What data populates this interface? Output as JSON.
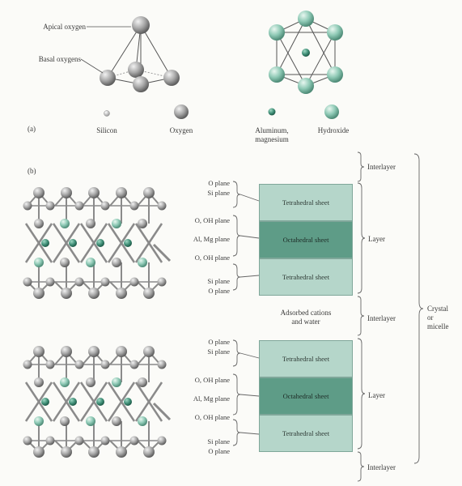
{
  "part_a": {
    "label": "(a)",
    "apical_oxygen": "Apical oxygen",
    "basal_oxygens": "Basal oxygens",
    "legend": {
      "silicon": "Silicon",
      "oxygen": "Oxygen",
      "aluminum_line1": "Aluminum,",
      "aluminum_line2": "magnesium",
      "hydroxide": "Hydroxide"
    }
  },
  "part_b": {
    "label": "(b)",
    "layer1": {
      "o_plane": "O plane",
      "si_plane_top": "Si plane",
      "o_oh_plane_1": "O, OH plane",
      "al_mg_plane": "Al, Mg plane",
      "o_oh_plane_2": "O, OH plane",
      "si_plane_bottom": "Si plane",
      "o_plane_bottom": "O plane"
    },
    "layer2": {
      "o_plane": "O plane",
      "si_plane_top": "Si plane",
      "o_oh_plane_1": "O, OH plane",
      "al_mg_plane": "Al, Mg plane",
      "o_oh_plane_2": "O, OH plane",
      "si_plane_bottom": "Si plane",
      "o_plane_bottom": "O plane"
    },
    "sheets": {
      "tetrahedral": "Tetrahedral sheet",
      "octahedral": "Octahedral sheet"
    },
    "adsorbed_line1": "Adsorbed cations",
    "adsorbed_line2": "and water",
    "right": {
      "interlayer": "Interlayer",
      "layer": "Layer",
      "crystal_line1": "Crystal",
      "crystal_line2": "or",
      "crystal_line3": "micelle"
    }
  },
  "colors": {
    "oxygen": "#9a9a9a",
    "silicon": "#cfcfcf",
    "aluminum": "#3f8e76",
    "hydroxide": "#8ec9b5",
    "tetrahedral_sheet": "#b5d6ca",
    "octahedral_sheet": "#5e9c87"
  }
}
